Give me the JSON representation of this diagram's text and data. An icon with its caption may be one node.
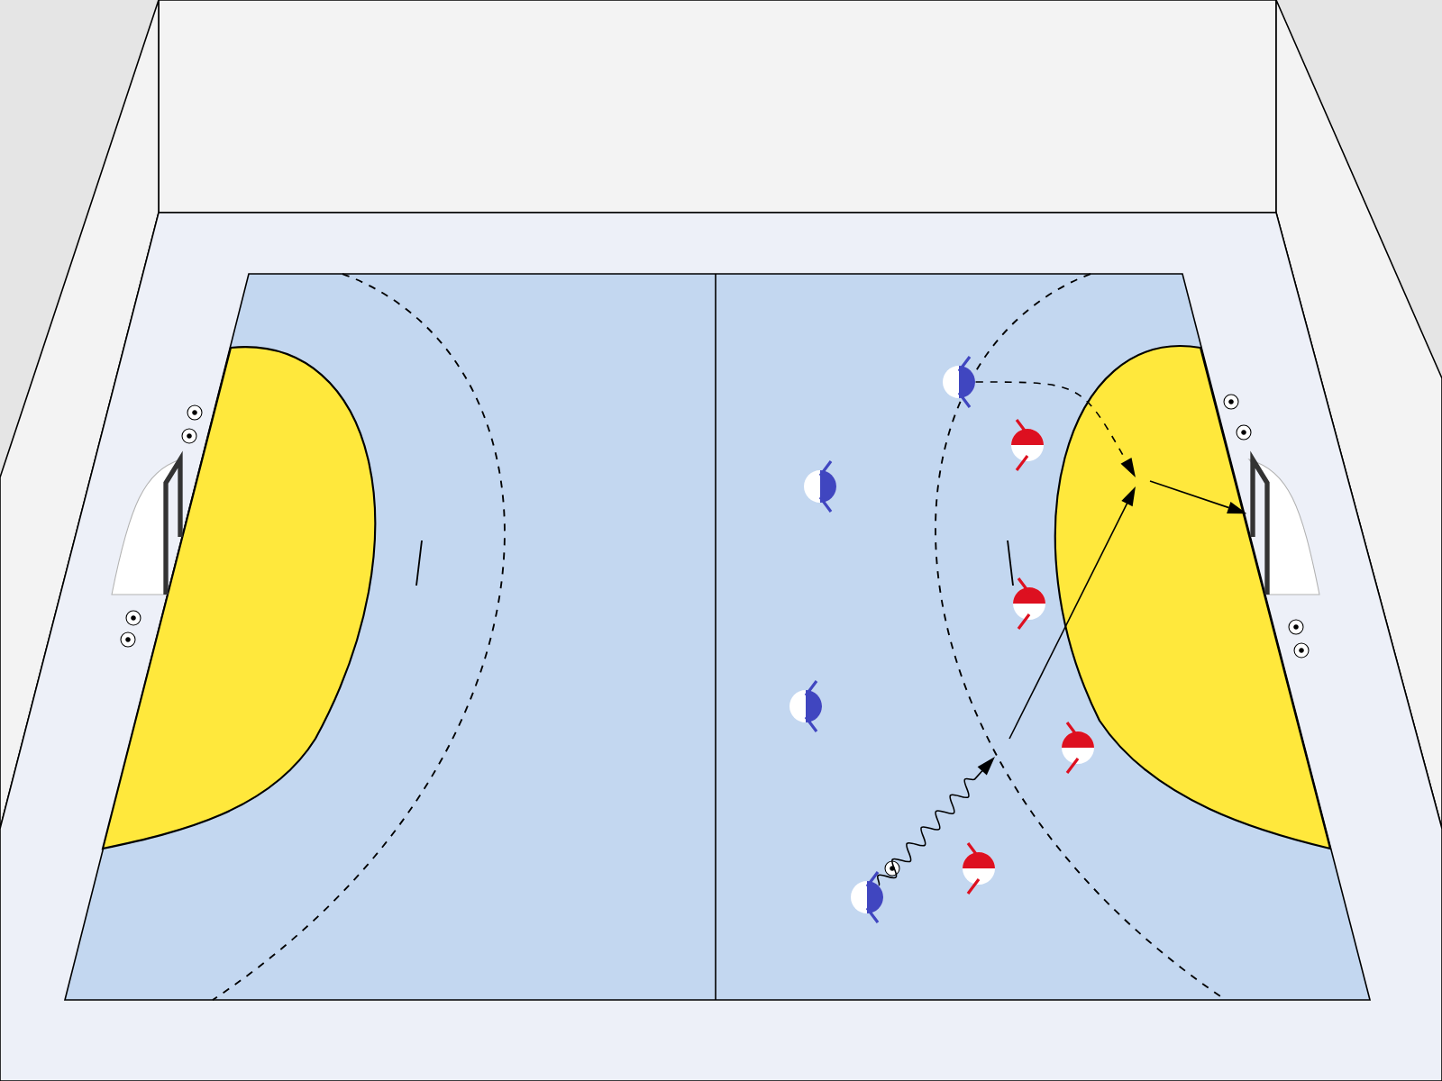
{
  "diagram": {
    "nodes": [
      {
        "text": [],
        "shape": "person"
      },
      {
        "text": [],
        "shape": "person"
      },
      {
        "text": [],
        "shape": "picture"
      }
    ],
    "edges": [
      {
        "from": 0,
        "to": null,
        "arrow": "to"
      },
      {
        "from": 1,
        "to": null,
        "arrow": "to",
        "style": "dashed"
      },
      {
        "from": null,
        "to": 2,
        "arrow": "to"
      }
    ]
  }
}
